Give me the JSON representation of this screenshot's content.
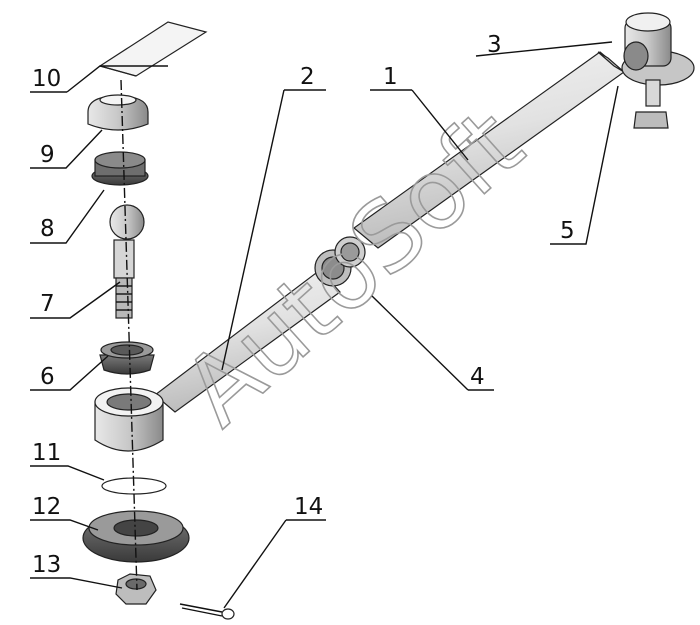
{
  "watermark": "AutoSoft",
  "callouts": [
    {
      "id": "label-1",
      "text": "1"
    },
    {
      "id": "label-2",
      "text": "2"
    },
    {
      "id": "label-3",
      "text": "3"
    },
    {
      "id": "label-4",
      "text": "4"
    },
    {
      "id": "label-5",
      "text": "5"
    },
    {
      "id": "label-6",
      "text": "6"
    },
    {
      "id": "label-7",
      "text": "7"
    },
    {
      "id": "label-8",
      "text": "8"
    },
    {
      "id": "label-9",
      "text": "9"
    },
    {
      "id": "label-10",
      "text": "10"
    },
    {
      "id": "label-11",
      "text": "11"
    },
    {
      "id": "label-12",
      "text": "12"
    },
    {
      "id": "label-13",
      "text": "13"
    },
    {
      "id": "label-14",
      "text": "14"
    }
  ]
}
